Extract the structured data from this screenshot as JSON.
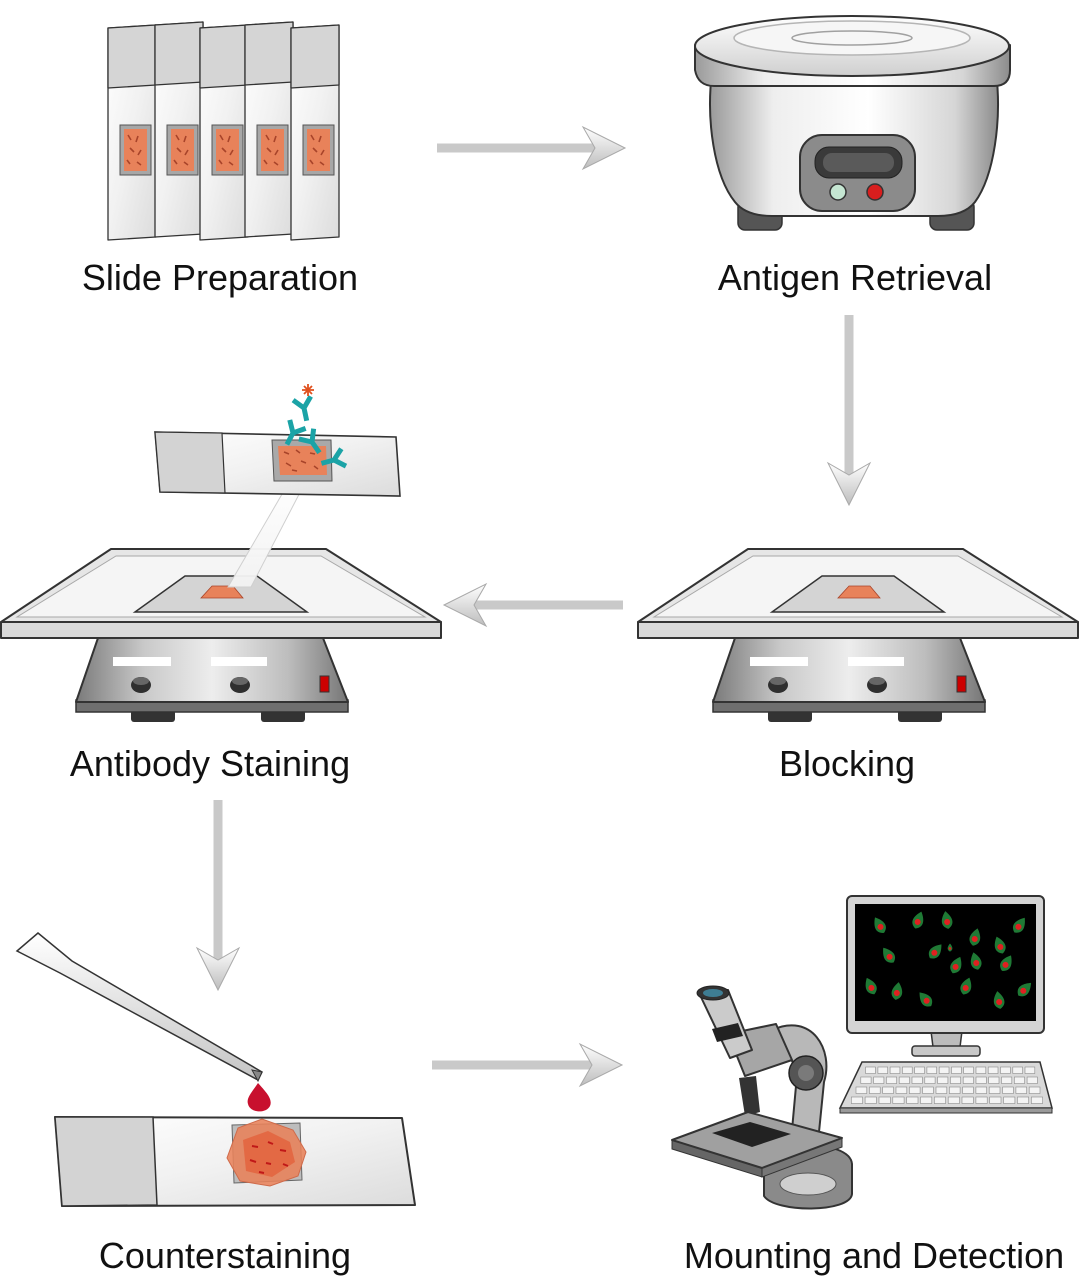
{
  "diagram": {
    "steps": [
      {
        "label": "Slide Preparation"
      },
      {
        "label": "Antigen Retrieval"
      },
      {
        "label": "Blocking"
      },
      {
        "label": "Antibody Staining"
      },
      {
        "label": "Counterstaining"
      },
      {
        "label": "Mounting and Detection"
      }
    ]
  },
  "colors": {
    "arrow": "#c9c9c9",
    "tissue": "#e8825a",
    "antibody": "#1ba3a6",
    "stain_drop": "#c8102e",
    "cell": "#1f7a35",
    "nucleus": "#e02020",
    "screen": "#000000"
  }
}
